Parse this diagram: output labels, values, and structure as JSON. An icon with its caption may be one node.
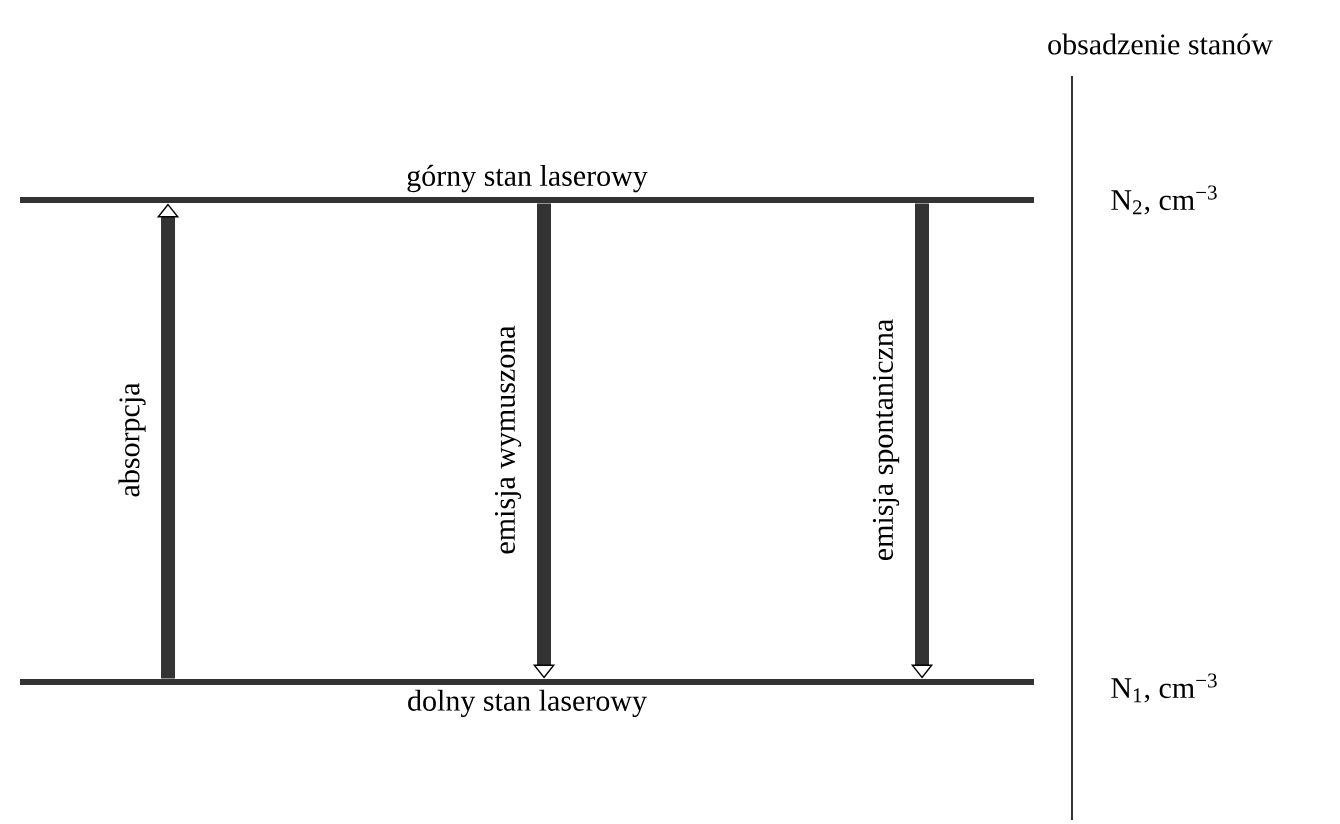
{
  "diagram": {
    "nodes": [
      {
        "text": [
          "górny stan laserowy"
        ]
      },
      {
        "text": [
          "dolny stan laserowy"
        ]
      }
    ],
    "edges": [
      {
        "from": 1,
        "to": 0,
        "arrow": "to",
        "label": "absorpcja"
      },
      {
        "from": 0,
        "to": 1,
        "arrow": "to",
        "label": "emisja wymuszona"
      },
      {
        "from": 0,
        "to": 1,
        "arrow": "to",
        "label": "emisja spontaniczna"
      }
    ],
    "labels": [
      "obsadzenie stanów",
      "N$_{2}$, cm$^{−3}$",
      "N$_{1}$, cm$^{−3}$"
    ]
  }
}
